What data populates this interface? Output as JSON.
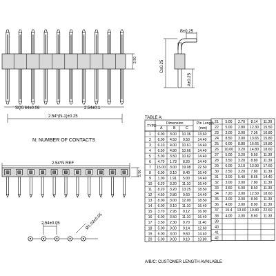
{
  "labels": {
    "pitch_top": "2.54±0.1",
    "square_pin": "SQ0.64±0.06",
    "length_top": "2.54*(N-1)±0.25",
    "height_top": "2.50",
    "number_of_contacts": "N: NUMBER OF CONTACTS",
    "length_mid": "2.54*N REF",
    "height_mid": "2.50",
    "pitch_bottom": "2.54±0.05",
    "hole_dia": "Ø1.02±0.05",
    "side_b": "B±0.25",
    "side_c": "C±0.25",
    "side_a": "A±0.25",
    "table_title": "TABLE A:",
    "footer_note": "A/B/C: CUSTOMER LENGTH AVAILABLE"
  },
  "table": {
    "header_type": "TYPE",
    "header_dimension": "Dimension",
    "header_pin_length": "Pin Length",
    "header_pin_unit": "(mm)",
    "col_a": "A",
    "col_b": "B",
    "col_c": "C",
    "left_rows": [
      [
        "1",
        "6.00",
        "3.00",
        "10.36",
        "13.60"
      ],
      [
        "2",
        "6.00",
        "4.50",
        "9.50",
        "14.40"
      ],
      [
        "3",
        "6.10",
        "4.00",
        "10.61",
        "14.40"
      ],
      [
        "4",
        "6.50",
        "4.80",
        "10.66",
        "14.40"
      ],
      [
        "5",
        "5.00",
        "3.50",
        "10.62",
        "14.40"
      ],
      [
        "6",
        "4.70",
        "1.73",
        "8.20",
        "14.40"
      ],
      [
        "7",
        "15.00",
        "3.00",
        "19.08",
        "22.50"
      ],
      [
        "8",
        "6.00",
        "3.10",
        "8.40",
        "16.40"
      ],
      [
        "9",
        "1.00",
        "1.91",
        "5.00",
        "14.40"
      ],
      [
        "10",
        "6.20",
        "3.20",
        "11.10",
        "16.40"
      ],
      [
        "11",
        "8.20",
        "3.20",
        "13.25",
        "18.50"
      ],
      [
        "12",
        "4.50",
        "2.80",
        "9.60",
        "14.40"
      ],
      [
        "13",
        "8.00",
        "3.00",
        "12.00",
        "18.50"
      ],
      [
        "14",
        "6.00",
        "3.10",
        "11.10",
        "16.40"
      ],
      [
        "15",
        "3.70",
        "2.95",
        "9.12",
        "16.90"
      ],
      [
        "16",
        "6.00",
        "3.50",
        "11.10",
        "16.40"
      ],
      [
        "17",
        "3.50",
        "2.30",
        "9.70",
        "11.40"
      ],
      [
        "18",
        "5.00",
        "3.00",
        "9.14",
        "12.60"
      ],
      [
        "19",
        "6.00",
        "3.00",
        "9.60",
        "14.40"
      ],
      [
        "20",
        "5.00",
        "3.00",
        "9.10",
        "13.80"
      ]
    ],
    "right_rows": [
      [
        "21",
        "5.00",
        "2.70",
        "8.14",
        "11.30"
      ],
      [
        "22",
        "5.00",
        "2.80",
        "12.30",
        "15.50"
      ],
      [
        "23",
        "3.00",
        "3.00",
        "7.36",
        "10.80"
      ],
      [
        "24",
        "8.50",
        "3.00",
        "13.65",
        "15.80"
      ],
      [
        "25",
        "6.00",
        "8.80",
        "16.66",
        "19.80"
      ],
      [
        "26",
        "10.00",
        "3.20",
        "14.80",
        "18.60"
      ],
      [
        "27",
        "5.00",
        "3.20",
        "9.50",
        "11.30"
      ],
      [
        "28",
        "3.50",
        "3.20",
        "8.80",
        "11.30"
      ],
      [
        "29",
        "6.00",
        "3.10",
        "13.90",
        "17.60"
      ],
      [
        "30",
        "2.50",
        "3.20",
        "7.80",
        "11.30"
      ],
      [
        "31",
        "3.00",
        "5.40",
        "8.65",
        "14.40"
      ],
      [
        "32",
        "3.00",
        "3.00",
        "7.80",
        "11.30"
      ],
      [
        "33",
        "3.60",
        "5.00",
        "8.50",
        "11.30"
      ],
      [
        "34",
        "7.20",
        "3.00",
        "12.50",
        "18.60"
      ],
      [
        "35",
        "3.00",
        "3.00",
        "8.90",
        "11.30"
      ],
      [
        "36",
        "4.00",
        "3.00",
        "8.90",
        "11.30"
      ],
      [
        "37",
        "15.4",
        "13.00",
        "19.80",
        "22.60"
      ],
      [
        "38",
        "4.00",
        "3.00",
        "8.60",
        "11.30"
      ],
      [
        "39",
        "",
        "",
        "",
        ""
      ],
      [
        "40",
        "",
        "",
        "",
        ""
      ],
      [
        "41",
        "",
        "",
        "",
        ""
      ],
      [
        "42",
        "",
        "",
        "",
        ""
      ]
    ]
  }
}
